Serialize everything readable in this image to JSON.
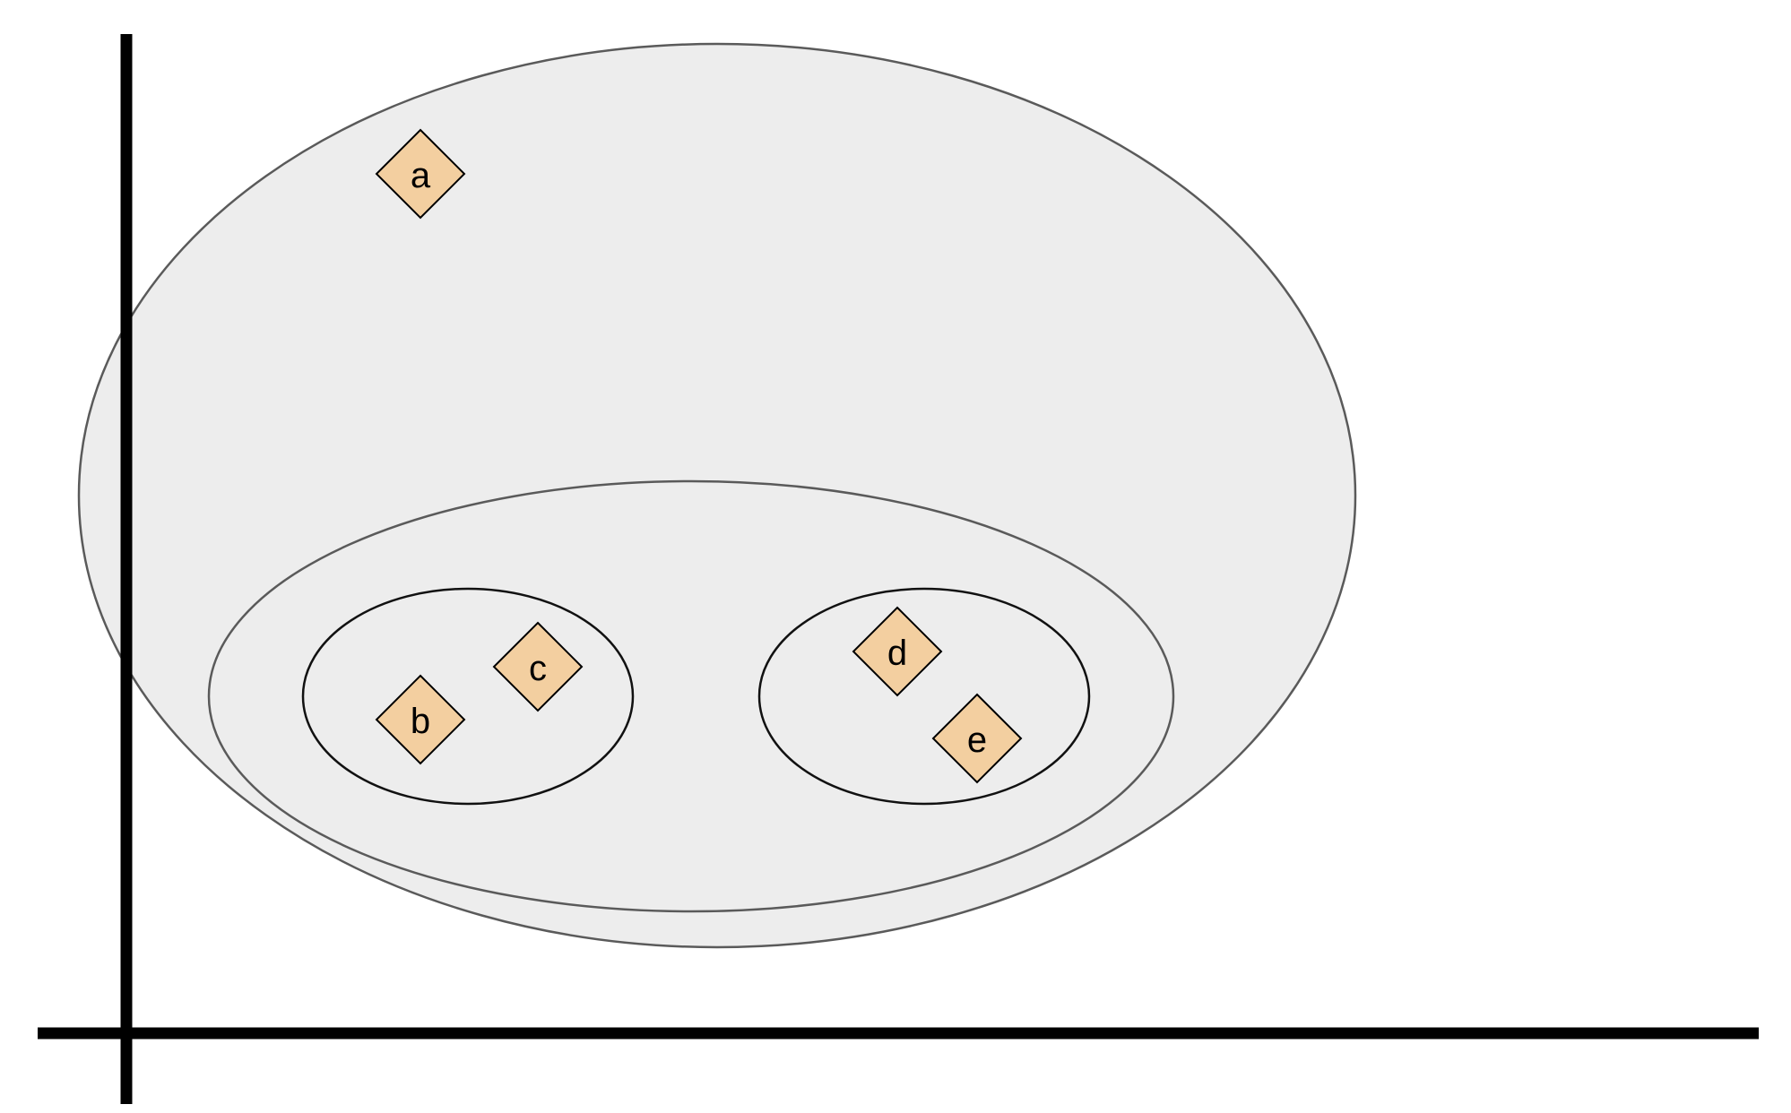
{
  "diagram": {
    "nodes": [
      {
        "id": "a",
        "label": "a"
      },
      {
        "id": "b",
        "label": "b"
      },
      {
        "id": "c",
        "label": "c"
      },
      {
        "id": "d",
        "label": "d"
      },
      {
        "id": "e",
        "label": "e"
      }
    ],
    "clusters": [
      {
        "id": "outer",
        "members": [
          "a",
          "b",
          "c",
          "d",
          "e"
        ]
      },
      {
        "id": "middle",
        "members": [
          "b",
          "c",
          "d",
          "e"
        ]
      },
      {
        "id": "left",
        "members": [
          "b",
          "c"
        ]
      },
      {
        "id": "right",
        "members": [
          "d",
          "e"
        ]
      }
    ],
    "colors": {
      "node_fill": "#f3cfa0",
      "cluster_fill": "#ededed",
      "axis": "#000000"
    }
  }
}
